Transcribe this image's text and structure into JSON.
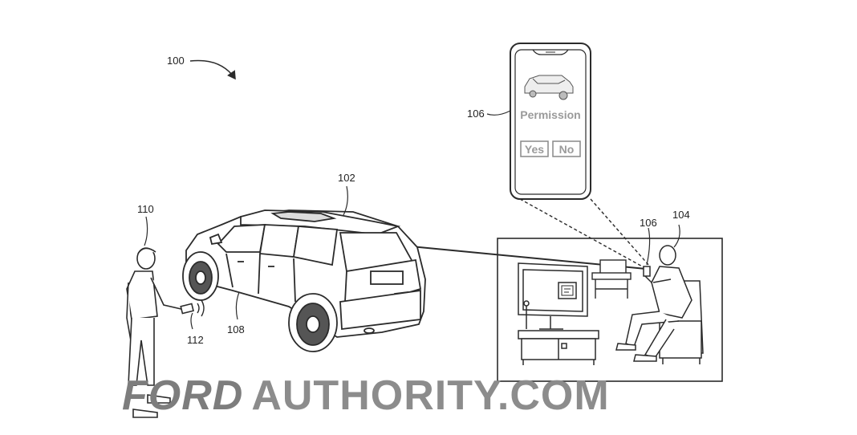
{
  "figure": {
    "reference_numerals": {
      "system": "100",
      "vehicle": "102",
      "remote_user": "104",
      "mobile_device": "106",
      "mobile_device_in_hand": "106",
      "vehicle_side": "108",
      "user": "110",
      "key_fob": "112"
    },
    "phone_screen": {
      "title": "Permission",
      "yes_label": "Yes",
      "no_label": "No"
    },
    "tv_icon": "qr-code-icon",
    "colors": {
      "line": "#2b2b2b",
      "screen_text": "#9a9a9a",
      "watermark": "#7d7d7d"
    }
  },
  "watermark": {
    "brand": "FORD",
    "site": "AUTHORITY.COM"
  }
}
